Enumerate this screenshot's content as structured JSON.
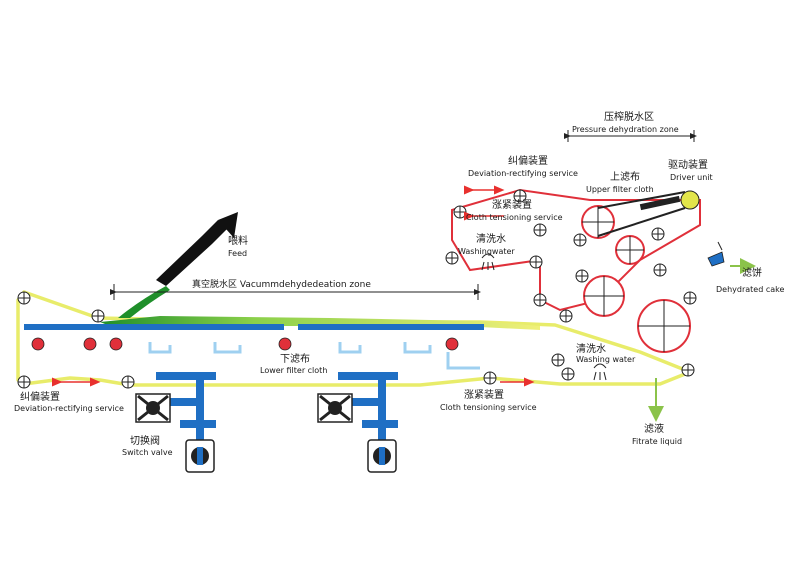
{
  "labels": {
    "feed_cn": "喂料",
    "feed_en": "Feed",
    "vacuum_zone": "真空脱水区 Vacummdehydedeation zone",
    "pressure_zone_cn": "压榨脱水区",
    "pressure_zone_en": "Pressure dehydration zone",
    "deviation_top_cn": "纠偏装置",
    "deviation_top_en": "Deviation-rectifying service",
    "upper_cloth_cn": "上滤布",
    "upper_cloth_en": "Upper filter cloth",
    "driver_cn": "驱动装置",
    "driver_en": "Driver unit",
    "tension_top_cn": "涨紧装置",
    "tension_top_en": "Cloth tensioning service",
    "wash_top_cn": "清洗水",
    "wash_top_en": "Washingwater",
    "cake_cn": "滤饼",
    "cake_en": "Dehydrated cake",
    "lower_cloth_cn": "下滤布",
    "lower_cloth_en": "Lower filter cloth",
    "deviation_left_cn": "纠偏装置",
    "deviation_left_en": "Deviation-rectifying service",
    "wash_bottom_cn": "清洗水",
    "wash_bottom_en": "Washing water",
    "tension_bottom_cn": "涨紧装置",
    "tension_bottom_en": "Cloth tensioning service",
    "valve_cn": "切换阀",
    "valve_en": "Switch valve",
    "filtrate_cn": "滤液",
    "filtrate_en": "Fitrate liquid"
  },
  "colors": {
    "filter_belt": "#e8ec6a",
    "vacuum_frame": "#1f6fc4",
    "red_cloth": "#e0303a",
    "feed_green": "#2e9e2e",
    "arrow_red": "#e8302e",
    "drain_green": "#8bc34a"
  }
}
